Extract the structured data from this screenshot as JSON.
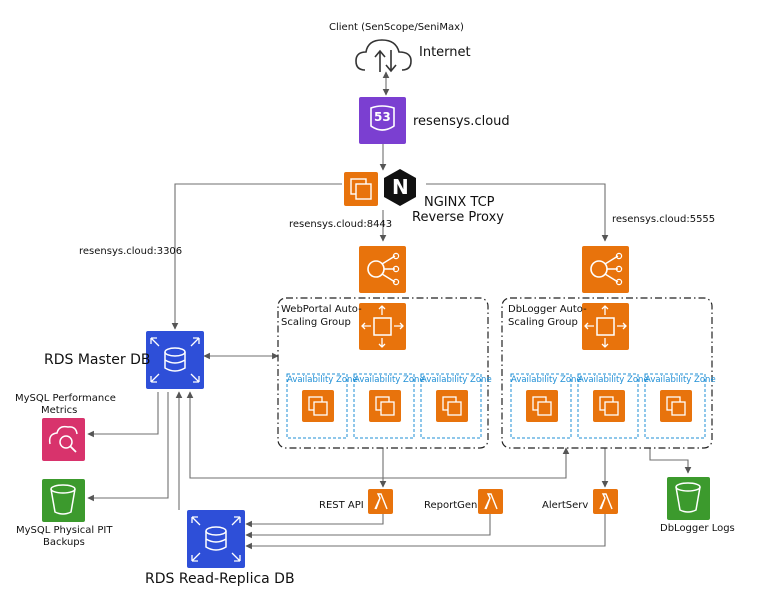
{
  "client": {
    "label": "Client (SenScope/SeniMax)",
    "internet": "Internet"
  },
  "dns": {
    "badge": "53",
    "label": "resensys.cloud"
  },
  "proxy": {
    "logo_letter": "N",
    "label_line1": "NGINX TCP",
    "label_line2": "Reverse Proxy"
  },
  "links": {
    "port_3306": "resensys.cloud:3306",
    "port_8443": "resensys.cloud:8443",
    "port_5555": "resensys.cloud:5555"
  },
  "webportal_group": {
    "title_line1": "WebPortal Auto-",
    "title_line2": "Scaling Group",
    "zones": [
      "Availability Zone",
      "Availability Zone",
      "Availability Zone"
    ]
  },
  "dblogger_group": {
    "title_line1": "DbLogger Auto-",
    "title_line2": "Scaling Group",
    "zones": [
      "Availability Zone",
      "Availability Zone",
      "Availability Zone"
    ]
  },
  "databases": {
    "master": "RDS Master DB",
    "replica": "RDS Read-Replica DB"
  },
  "monitoring": {
    "perf_line1": "MySQL Performance",
    "perf_line2": "Metrics",
    "backup_line1": "MySQL Physical PIT",
    "backup_line2": "Backups"
  },
  "lambdas": {
    "rest_api": "REST API",
    "report_gen": "ReportGen",
    "alert_serv": "AlertServ"
  },
  "logs": {
    "label": "DbLogger Logs"
  },
  "colors": {
    "compute": "#e8730c",
    "network": "#7b3fd1",
    "database": "#2e4fd8",
    "storage": "#3c9a2d",
    "monitoring": "#d8336c",
    "zone": "#1f8fd6"
  }
}
